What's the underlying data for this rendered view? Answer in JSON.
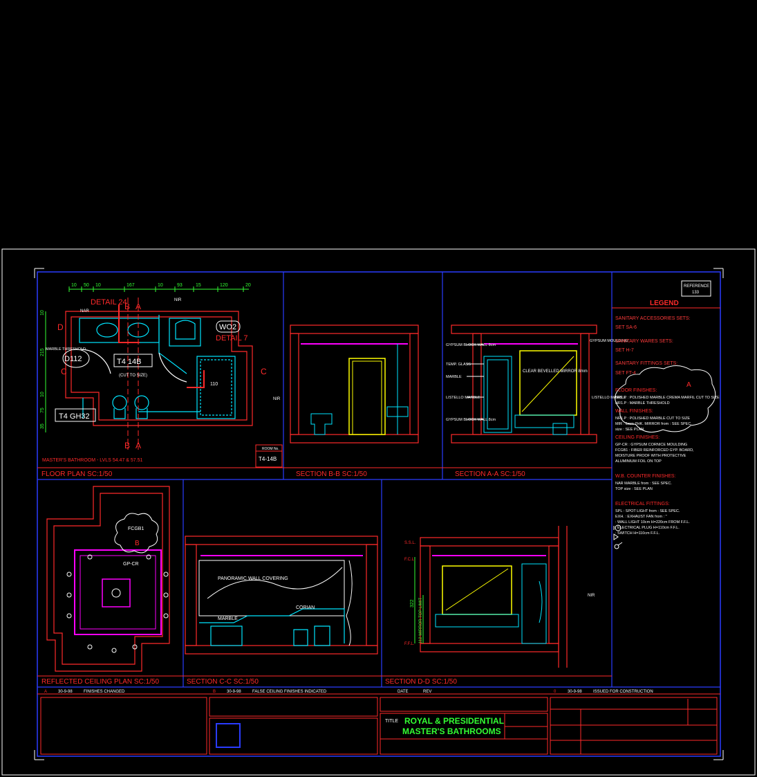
{
  "floor_plan": {
    "title": "FLOOR PLAN SC:1/50",
    "dims_top": [
      "10",
      "50",
      "10",
      "167",
      "10",
      "93",
      "15",
      "120",
      "20"
    ],
    "dims_left": [
      "10",
      "215",
      "10",
      "75",
      "35"
    ],
    "detail_24": "DETAIL 24",
    "detail_7": "DETAIL 7",
    "sec_b": "B",
    "sec_a": "A",
    "sec_c": "C",
    "sec_d": "D",
    "nar": "NAR",
    "nir": "NIR",
    "marble_threshold": "MARBLE THRESHOLD",
    "tag_wo2": "WO2",
    "tag_d112": "D112",
    "tag_t4_14b": "T4 14B",
    "tag_t4_14b_sub": "(CUT TO SIZE)",
    "tag_t4_gh32": "T4 GH32",
    "dim_110": "110",
    "caption": "MASTER'S BATHROOM - LVLS 54.47 & 57.51",
    "room_no_label": "ROOM No.",
    "room_no": "T4-14B"
  },
  "section_bb": {
    "title": "SECTION B-B SC:1/50"
  },
  "section_aa": {
    "title": "SECTION A-A SC:1/50",
    "labels_left": [
      "GYPSUM BLOCK WALL 8cm",
      "TEMP. GLASS",
      "MARBLE",
      "LISTELLO MARBLE",
      "GYPSUM BLOCK WALL 8cm"
    ],
    "label_mirror": "CLEAR BEVELLED MIRROR 8mm",
    "labels_right": [
      "GYPSUM MOULDING",
      "LISTELLO MARBLE"
    ]
  },
  "rcp": {
    "title": "REFLECTED CEILING PLAN SC:1/50",
    "tag_fcgb1": "FCGB1",
    "tag_gpcr": "GP-CR",
    "cloud_b": "B"
  },
  "section_cc": {
    "title": "SECTION C-C SC:1/50",
    "label_panoramic": "PANORAMIC WALL COVERING",
    "label_corian": "CORIAN",
    "label_marble": "MARBLE"
  },
  "section_dd": {
    "title": "SECTION D-D SC:1/50",
    "ssl": "S.S.L.",
    "fcl": "F.C.L.",
    "ffl": "F.F.L.",
    "vdim": "322",
    "vdim_note": "112 MIRROR TOP LIMIT",
    "nir": "NIR"
  },
  "legend": {
    "reference_label": "REFERENCE",
    "reference_num": "133",
    "title": "LEGEND",
    "cloud_a": "A",
    "lines": [
      {
        "t": "SANITARY ACCESSORIES SETS:",
        "c": "#ff3b3b"
      },
      {
        "t": "SET SA-6",
        "c": "#ff3b3b"
      },
      {
        "t": "SANITARY WARES SETS:",
        "c": "#ff3b3b"
      },
      {
        "t": "SET H-7",
        "c": "#ff3b3b"
      },
      {
        "t": "SANITARY FITTINGS SETS:",
        "c": "#ff3b3b"
      },
      {
        "t": "SET FT-4",
        "c": "#ff3b3b"
      }
    ],
    "floor_h": "FLOOR FINISHES:",
    "floor": [
      "NR1.P  :  POLISHED MARBLE CREMA MARFIL CUT TO SIZE",
      "NR1.P  :  MARBLE THRESHOLD"
    ],
    "wall_h": "WALL FINISHES:",
    "wall": [
      "NR1.P  :  POLISHED MARBLE CUT TO SIZE",
      "MIR    :  6mm THK. MIRROR  from : SEE SPEC.",
      "                                   size : SEE PLAN"
    ],
    "ceiling_h": "CEILING FINISHES:",
    "ceiling": [
      "GP-CR  : GYPSUM CORNICE MOULDING",
      "FCGB1  : FIBER REINFORCED GYP. BOARD,",
      "             MOISTURE PROOF WITH PROTECTIVE",
      "             ALUMINIUM FOIL ON TOP"
    ],
    "counter_h": "W.B. COUNTER FINISHES:",
    "counter": [
      "NAR      MARBLE        from : SEE SPEC.",
      "             TOP              size : SEE PLAN"
    ],
    "elec_h": "ELECTRICAL FITTINGS:",
    "elec": [
      "SPL    : SPOT LIGHT              from : SEE SPEC.",
      "EXH.   : EXHAUST FAN              from :  \"",
      "        : WALL LIGHT 10cm  H=220cm FROM F.F.L.",
      "        : ELECTRICAL PLUG  H=110cm F.F.L.",
      "        : SWITCH  H=110cm F.F.L."
    ]
  },
  "revisions": [
    {
      "rev": "A",
      "date": "30-9-98",
      "desc": "FINISHES CHANGED"
    },
    {
      "rev": "B",
      "date": "30-9-98",
      "desc": "FALSE CEILING FINISHES INDICATED"
    },
    {
      "rev": "",
      "date": "DATE",
      "desc": "REV"
    },
    {
      "rev": "0",
      "date": "30-9-98",
      "desc": "ISSUED FOR CONSTRUCTION"
    }
  ],
  "title_block": {
    "label": "TITLE",
    "line1": "ROYAL & PRESIDENTIAL",
    "line2": "MASTER'S BATHROOMS"
  },
  "colors": {
    "red": "#ff2a2a",
    "green": "#33ff33",
    "cyan": "#00e5ff",
    "yellow": "#ffff00",
    "magenta": "#ff00ff",
    "blue": "#2a3cff",
    "white": "#ffffff"
  }
}
